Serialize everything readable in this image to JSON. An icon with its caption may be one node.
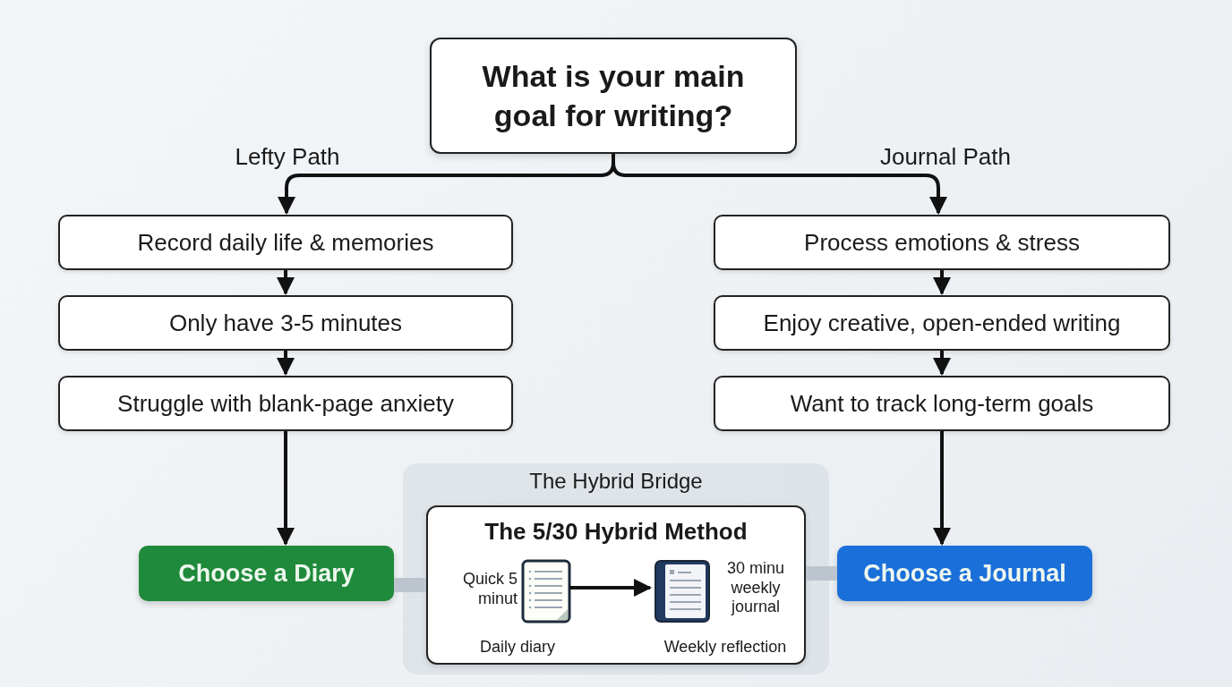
{
  "diagram": {
    "nodes": [
      {
        "text": [
          "What is your main goal for writing?"
        ]
      },
      {
        "text": [
          "Record daily life & memories"
        ]
      },
      {
        "text": [
          "Only have 3-5 minutes"
        ]
      },
      {
        "text": [
          "Struggle with blank-page anxiety"
        ]
      },
      {
        "text": [
          "Process emotions & stress"
        ]
      },
      {
        "text": [
          "Enjoy creative, open-ended writing"
        ]
      },
      {
        "text": [
          "Want to track long-term goals"
        ]
      },
      {
        "text": [
          "Choose a Diary"
        ]
      },
      {
        "text": [
          "Choose a Journal"
        ]
      },
      {
        "text": [
          "The Hybrid Bridge"
        ]
      },
      {
        "text": [
          "The 5/30 Hybrid Method"
        ],
        "in": 9
      },
      {
        "text": [
          "Quick 5 minut",
          "Daily diary"
        ],
        "in": 10
      },
      {
        "text": [
          "30 minu weekly journal",
          "Weekly reflection"
        ],
        "in": 10
      }
    ],
    "edges": [
      {
        "from": 0,
        "to": 1,
        "arrow": "to",
        "label": "Lefty Path"
      },
      {
        "from": 1,
        "to": 2,
        "arrow": "to"
      },
      {
        "from": 2,
        "to": 3,
        "arrow": "to"
      },
      {
        "from": 3,
        "to": 7,
        "arrow": "to"
      },
      {
        "from": 0,
        "to": 4,
        "arrow": "to",
        "label": "Journal Path"
      },
      {
        "from": 4,
        "to": 5,
        "arrow": "to"
      },
      {
        "from": 5,
        "to": 6,
        "arrow": "to"
      },
      {
        "from": 6,
        "to": 8,
        "arrow": "to"
      },
      {
        "from": 7,
        "to": 10,
        "arrow": "none",
        "style": "thick",
        "color": "#bcc4cd"
      },
      {
        "from": 10,
        "to": 8,
        "arrow": "none",
        "style": "thick",
        "color": "#bcc4cd"
      },
      {
        "from": 11,
        "to": 12,
        "arrow": "to"
      }
    ]
  }
}
